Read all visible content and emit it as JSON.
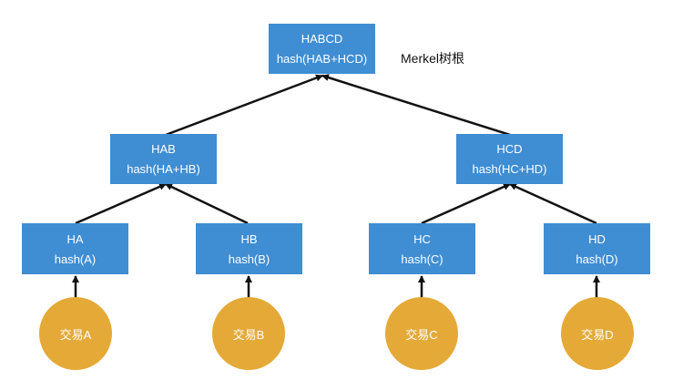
{
  "root_label": "Merkel树根",
  "nodes": {
    "habcd": {
      "name": "HABCD",
      "formula": "hash(HAB+HCD)"
    },
    "hab": {
      "name": "HAB",
      "formula": "hash(HA+HB)"
    },
    "hcd": {
      "name": "HCD",
      "formula": "hash(HC+HD)"
    },
    "ha": {
      "name": "HA",
      "formula": "hash(A)"
    },
    "hb": {
      "name": "HB",
      "formula": "hash(B)"
    },
    "hc": {
      "name": "HC",
      "formula": "hash(C)"
    },
    "hd": {
      "name": "HD",
      "formula": "hash(D)"
    }
  },
  "leaves": {
    "a": "交易A",
    "b": "交易B",
    "c": "交易C",
    "d": "交易D"
  },
  "colors": {
    "node_fill": "#3f8dd3",
    "leaf_fill": "#e5a937",
    "arrow": "#111111"
  }
}
